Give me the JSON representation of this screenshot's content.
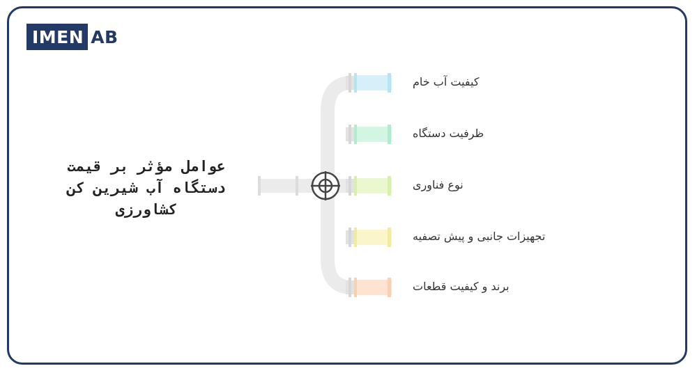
{
  "logo": {
    "part1": "IMEN",
    "part2": "AB"
  },
  "title": "عوامل مؤثر بر قیمت دستگاه آب شیرین کن کشاورزی",
  "factors": [
    {
      "label": "کیفیت آب خام",
      "color": "#d6f0f9",
      "edge": "#b7e3f2"
    },
    {
      "label": "ظرفیت دستگاه",
      "color": "#d3f5e4",
      "edge": "#b2ebd0"
    },
    {
      "label": "نوع فناوری",
      "color": "#e9f8cf",
      "edge": "#d6f0ad"
    },
    {
      "label": "تجهیزات جانبی و پیش تصفیه",
      "color": "#fbf6c9",
      "edge": "#f2eaa3"
    },
    {
      "label": "برند و کیفیت قطعات",
      "color": "#fde3d0",
      "edge": "#f8d0b2"
    }
  ]
}
